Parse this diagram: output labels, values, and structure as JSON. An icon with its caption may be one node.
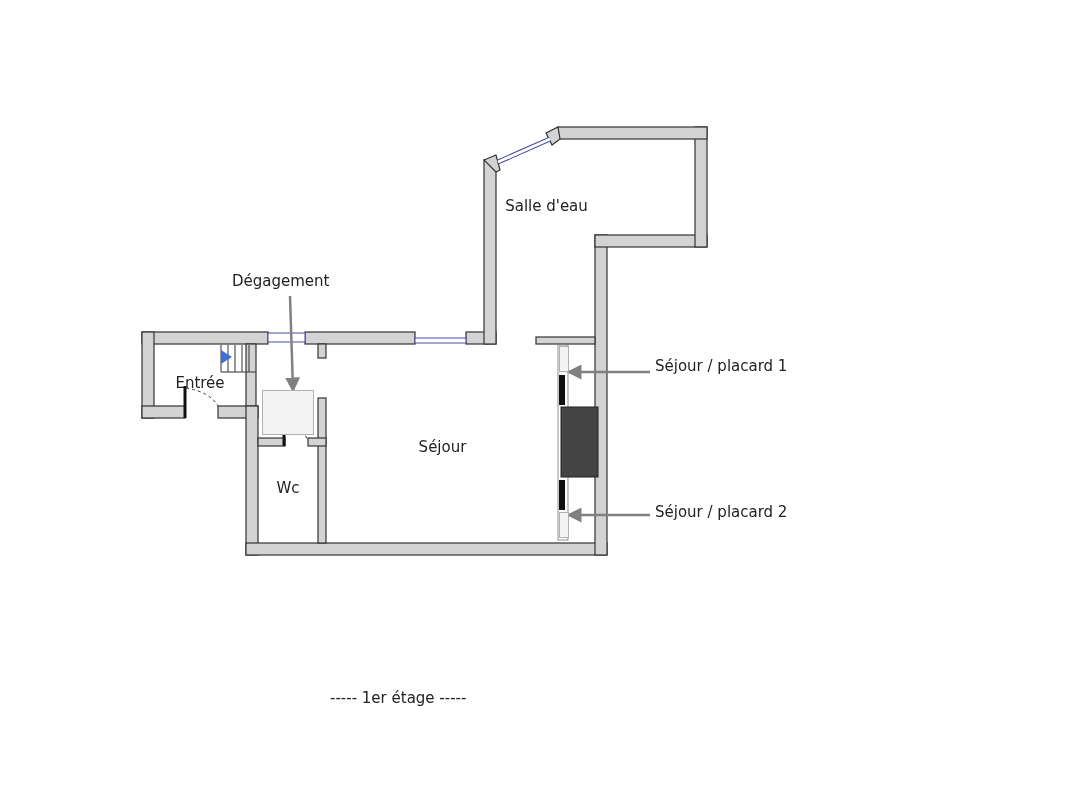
{
  "diagram": {
    "caption": "----- 1er étage -----",
    "nodes": [
      {
        "text": [
          "Salle d'eau"
        ]
      },
      {
        "text": [
          "Entrée"
        ]
      },
      {
        "text": [
          "Séjour"
        ]
      },
      {
        "text": [
          "Wc"
        ]
      },
      {
        "text": [
          "Dégagement"
        ]
      },
      {
        "text": [],
        "shape": "box"
      },
      {
        "text": [
          "Séjour / placard 1"
        ]
      },
      {
        "text": [],
        "shape": "box"
      },
      {
        "text": [
          "Séjour / placard 2"
        ]
      },
      {
        "text": [],
        "shape": "box"
      }
    ],
    "edges": [
      {
        "from": 4,
        "to": 5,
        "arrow": "to"
      },
      {
        "from": 6,
        "to": 7,
        "arrow": "to"
      },
      {
        "from": 8,
        "to": 9,
        "arrow": "to"
      }
    ]
  }
}
